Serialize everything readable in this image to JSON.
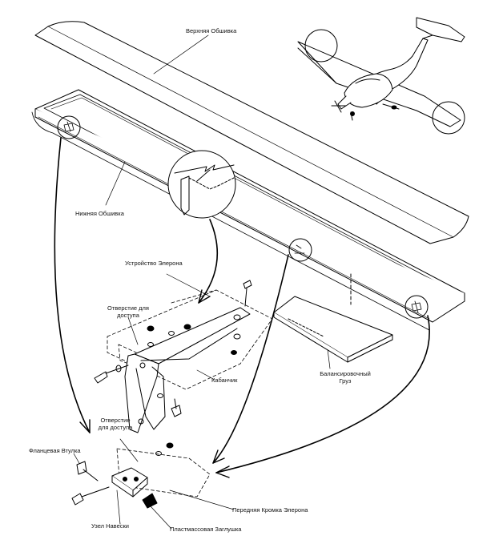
{
  "labels": {
    "upper_skin": "Верхняя Обшивка",
    "lower_skin": "Нижняя Обшивка",
    "aileron_assembly": "Устройство Элерона",
    "access_hole_1_line1": "Отверстие для",
    "access_hole_1_line2": "доступа",
    "horn": "Кабанчик",
    "balance_weight_line1": "Балансировочный",
    "balance_weight_line2": "Груз",
    "access_hole_2_line1": "Отверстие",
    "access_hole_2_line2": "для доступа",
    "flanged_bushing": "Фланцевая Втулка",
    "aileron_leading_edge": "Передняя Кромка Элерона",
    "hinge_assembly": "Узел Навески",
    "plastic_plug": "Пластмассовая Заглушка"
  },
  "colors": {
    "line": "#000000",
    "background": "#ffffff"
  }
}
